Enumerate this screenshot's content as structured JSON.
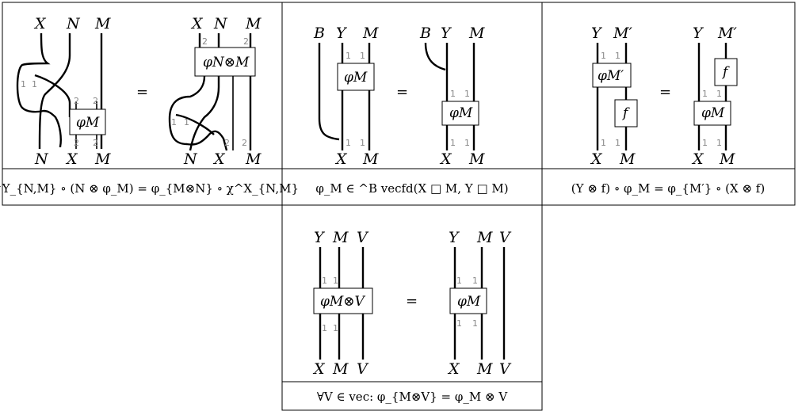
{
  "labels": {
    "X": "X",
    "N": "N",
    "M": "M",
    "B": "B",
    "Y": "Y",
    "V": "V",
    "Mprime": "M′",
    "f": "f",
    "one": "1",
    "two": "2",
    "equals": "="
  },
  "boxes": {
    "phiM": "φM",
    "phiNM": "φN⊗M",
    "phiMprime": "φM′",
    "phiMV": "φM⊗V"
  },
  "captions": {
    "c1": "χ^Y_{N,M} ∘ (N ⊗ φ_M) = φ_{M⊗N} ∘ χ^X_{N,M}",
    "c2": "φ_M ∈ ^B vecfd(X □ M, Y □ M)",
    "c3": "(Y ⊗ f) ∘ φ_M = φ_{M′} ∘ (X ⊗ f)",
    "c4": "∀V ∈ vec: φ_{M⊗V} = φ_M ⊗ V"
  }
}
